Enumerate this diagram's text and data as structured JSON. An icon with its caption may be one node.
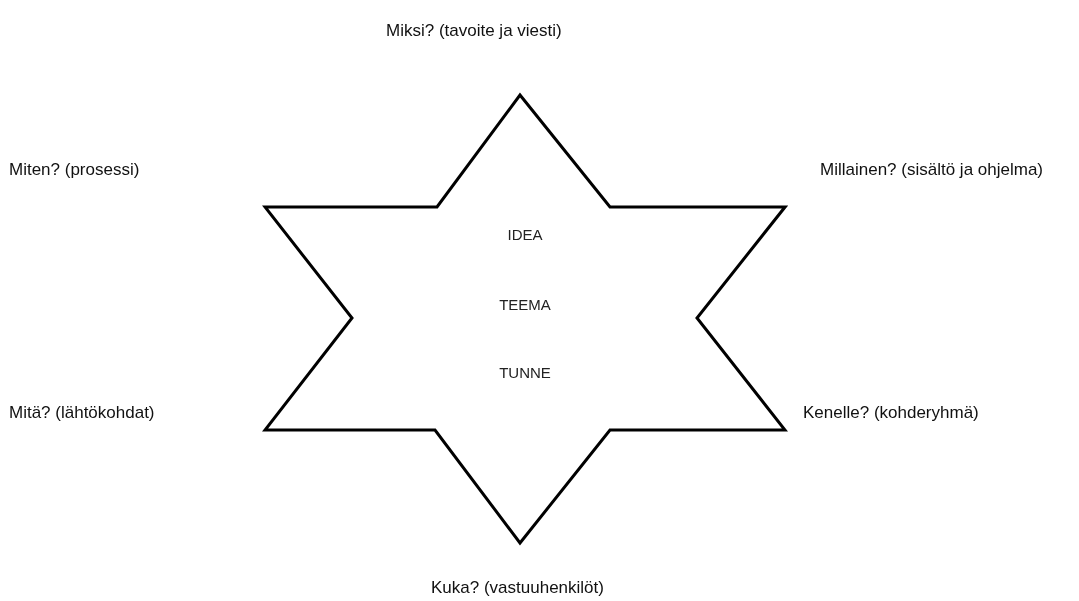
{
  "diagram": {
    "nodes": [
      {
        "text": [
          "IDEA",
          "TEEMA",
          "TUNNE"
        ]
      }
    ],
    "labels": [
      "Miksi? (tavoite ja viesti)",
      "Miten? (prosessi)",
      "Millainen? (sisältö ja ohjelma)",
      "Mitä? (lähtökohdat)",
      "Kenelle? (kohderyhmä)",
      "Kuka? (vastuuhenkilöt)"
    ]
  }
}
